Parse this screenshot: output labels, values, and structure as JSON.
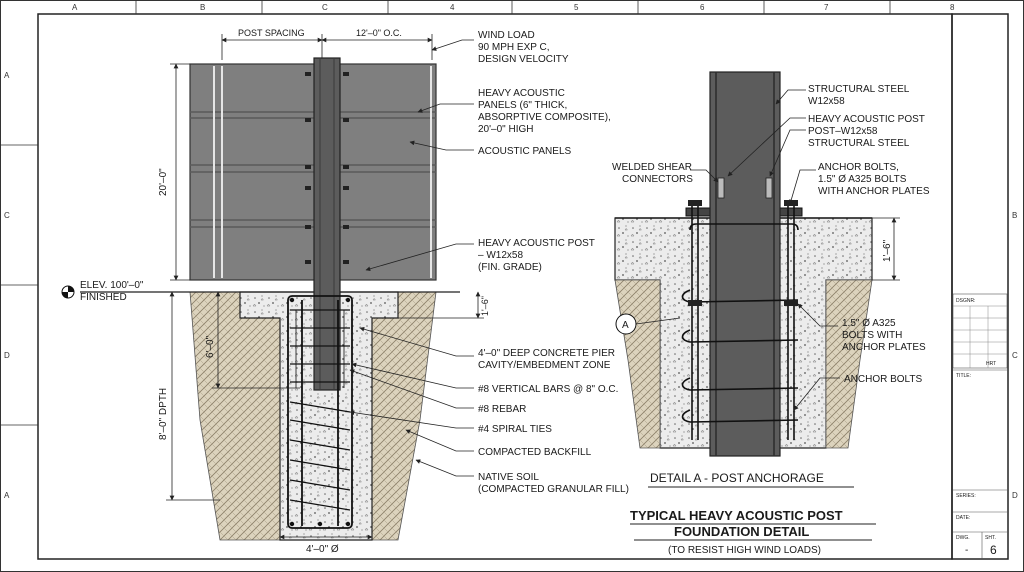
{
  "grid": {
    "columns": [
      "A",
      "B",
      "C",
      "4",
      "5",
      "6",
      "7",
      "8"
    ],
    "rows_left": [
      "A",
      "C",
      "D",
      "A"
    ],
    "rows_right": [
      "B",
      "C",
      "D"
    ]
  },
  "elevation": {
    "dim_post_spacing": "POST SPACING",
    "dim_oc": "12'–0\" O.C.",
    "dim_height": "20'–0\"",
    "dim_embed": "6'–0\"",
    "dim_depth": "8'–0\" DPTH",
    "dim_pier_dia": "4'–0\" Ø",
    "dim_pier_top": "1'–6\"",
    "elev_line1": "ELEV. 100'–0\"",
    "elev_line2": "FINISHED",
    "callouts": {
      "wind_load": [
        "WIND LOAD",
        "90 MPH EXP C,",
        "DESIGN VELOCITY"
      ],
      "panels": [
        "HEAVY ACOUSTIC",
        "PANELS (6\" THICK,",
        "ABSORPTIVE COMPOSITE),",
        "20'–0\" HIGH"
      ],
      "acoustic_panels": [
        "ACOUSTIC PANELS"
      ],
      "post": [
        "HEAVY ACOUSTIC POST",
        "– W12x58",
        "(FIN. GRADE)"
      ],
      "pier": [
        "4'–0\" DEEP CONCRETE PIER",
        "CAVITY/EMBEDMENT ZONE"
      ],
      "vert_bars": [
        "#8 VERTICAL BARS @ 8\" O.C."
      ],
      "rebar": [
        "#8 REBAR"
      ],
      "spiral": [
        "#4 SPIRAL TIES"
      ],
      "backfill": [
        "COMPACTED BACKFILL"
      ],
      "native_soil": [
        "NATIVE SOIL",
        "(COMPACTED GRANULAR FILL)"
      ]
    }
  },
  "detail": {
    "title": "DETAIL A - POST ANCHORAGE",
    "bubble": "A",
    "dim_depth": "1'–6\"",
    "callouts": {
      "steel": [
        "STRUCTURAL STEEL",
        "W12x58"
      ],
      "post": [
        "HEAVY ACOUSTIC POST",
        "POST–W12x58",
        "STRUCTURAL STEEL"
      ],
      "shear": [
        "WELDED SHEAR",
        "CONNECTORS"
      ],
      "anchor_top": [
        "ANCHOR BOLTS,",
        "1.5\" Ø A325 BOLTS",
        "WITH ANCHOR PLATES"
      ],
      "bolts_mid": [
        "1.5\" Ø A325",
        "BOLTS WITH",
        "ANCHOR PLATES"
      ],
      "anchor_bottom": [
        "ANCHOR BOLTS"
      ]
    }
  },
  "title_block": {
    "title_line1": "TYPICAL HEAVY ACOUSTIC POST",
    "title_line2": "FOUNDATION DETAIL",
    "subtitle": "(TO RESIST HIGH WIND LOADS)",
    "designer_label": "DSGNR:",
    "hrt_label": "HRT",
    "title_label": "TITLE:",
    "series_label": "SERIES:",
    "date_label": "DATE:",
    "dwg_label": "DWG.",
    "sheet_label": "SHT.",
    "dwg_value": "-",
    "sheet_value": "6"
  }
}
